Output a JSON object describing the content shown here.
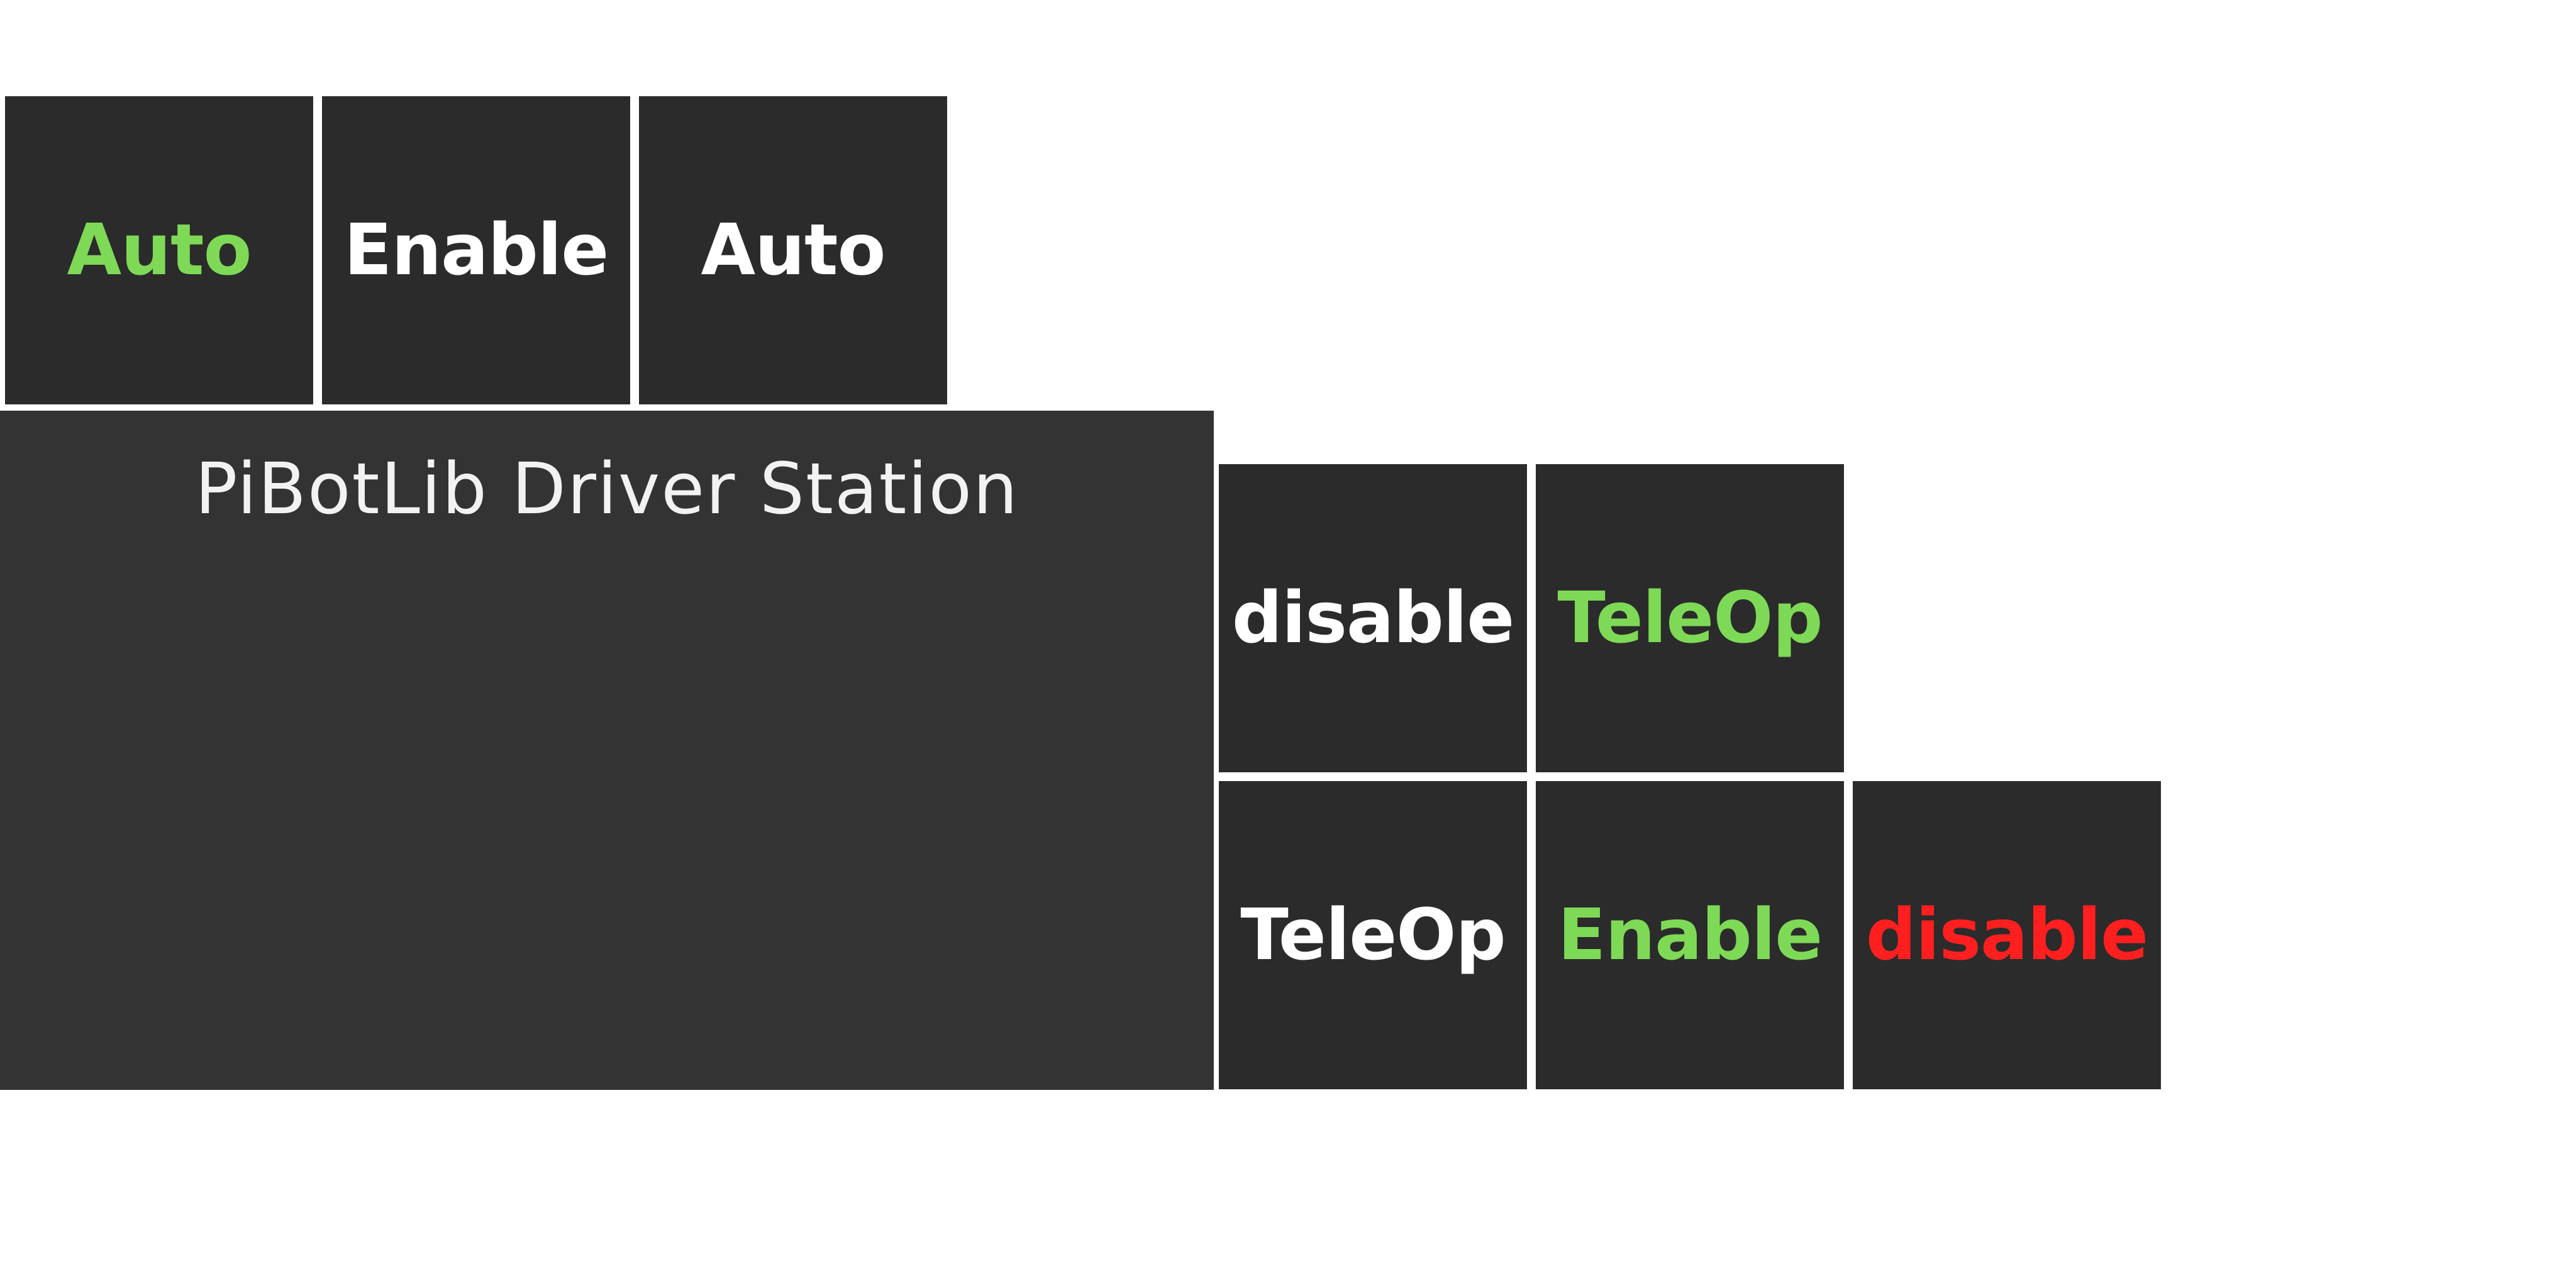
{
  "colors": {
    "background": "#ffffff",
    "tile": "#2b2b2b",
    "panel": "#333333",
    "text_white": "#ffffff",
    "text_green": "#7ed957",
    "text_red": "#ff1f1f"
  },
  "panel": {
    "title": "PiBotLib Driver Station"
  },
  "tiles": {
    "top_auto_green": {
      "label": "Auto",
      "color": "#7ed957"
    },
    "top_enable_white": {
      "label": "Enable",
      "color": "#ffffff"
    },
    "top_auto_white": {
      "label": "Auto",
      "color": "#ffffff"
    },
    "mid_disable_white": {
      "label": "disable",
      "color": "#ffffff"
    },
    "mid_teleop_green": {
      "label": "TeleOp",
      "color": "#7ed957"
    },
    "bottom_teleop_white": {
      "label": "TeleOp",
      "color": "#ffffff"
    },
    "bottom_enable_green": {
      "label": "Enable",
      "color": "#7ed957"
    },
    "bottom_disable_red": {
      "label": "disable",
      "color": "#ff1f1f"
    }
  }
}
